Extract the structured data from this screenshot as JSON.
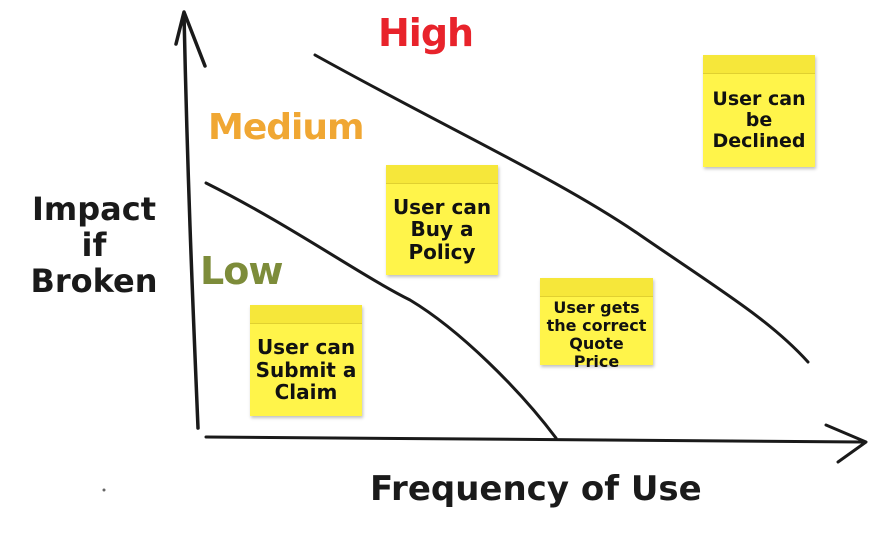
{
  "colors": {
    "high": "#e8232b",
    "medium": "#f0a733",
    "low": "#7d8c3a",
    "ink": "#1a1a1a",
    "note": "#fff44a"
  },
  "axes": {
    "y_label": "Impact if\nBroken",
    "x_label": "Frequency of Use"
  },
  "zones": {
    "high": "High",
    "medium": "Medium",
    "low": "Low"
  },
  "notes": {
    "submit_claim": "User can\nSubmit a\nClaim",
    "buy_policy": "User can\nBuy a\nPolicy",
    "quote_price": "User gets\nthe correct\nQuote Price",
    "declined": "User can\nbe\nDeclined"
  }
}
